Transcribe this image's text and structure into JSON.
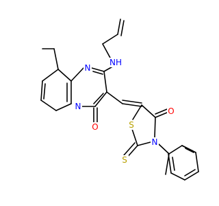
{
  "molecule": {
    "atoms": [
      {
        "id": "n1",
        "label": "N",
        "color": "#0000FF"
      },
      {
        "id": "n2",
        "label": "N",
        "color": "#0000FF"
      },
      {
        "id": "nh",
        "label": "NH",
        "color": "#0000FF"
      },
      {
        "id": "o1",
        "label": "O",
        "color": "#FF0000"
      },
      {
        "id": "o2",
        "label": "O",
        "color": "#FF0000"
      },
      {
        "id": "s1",
        "label": "S",
        "color": "#B8A000"
      },
      {
        "id": "s2",
        "label": "S",
        "color": "#B8A000"
      },
      {
        "id": "n3",
        "label": "N",
        "color": "#0000FF"
      }
    ]
  }
}
